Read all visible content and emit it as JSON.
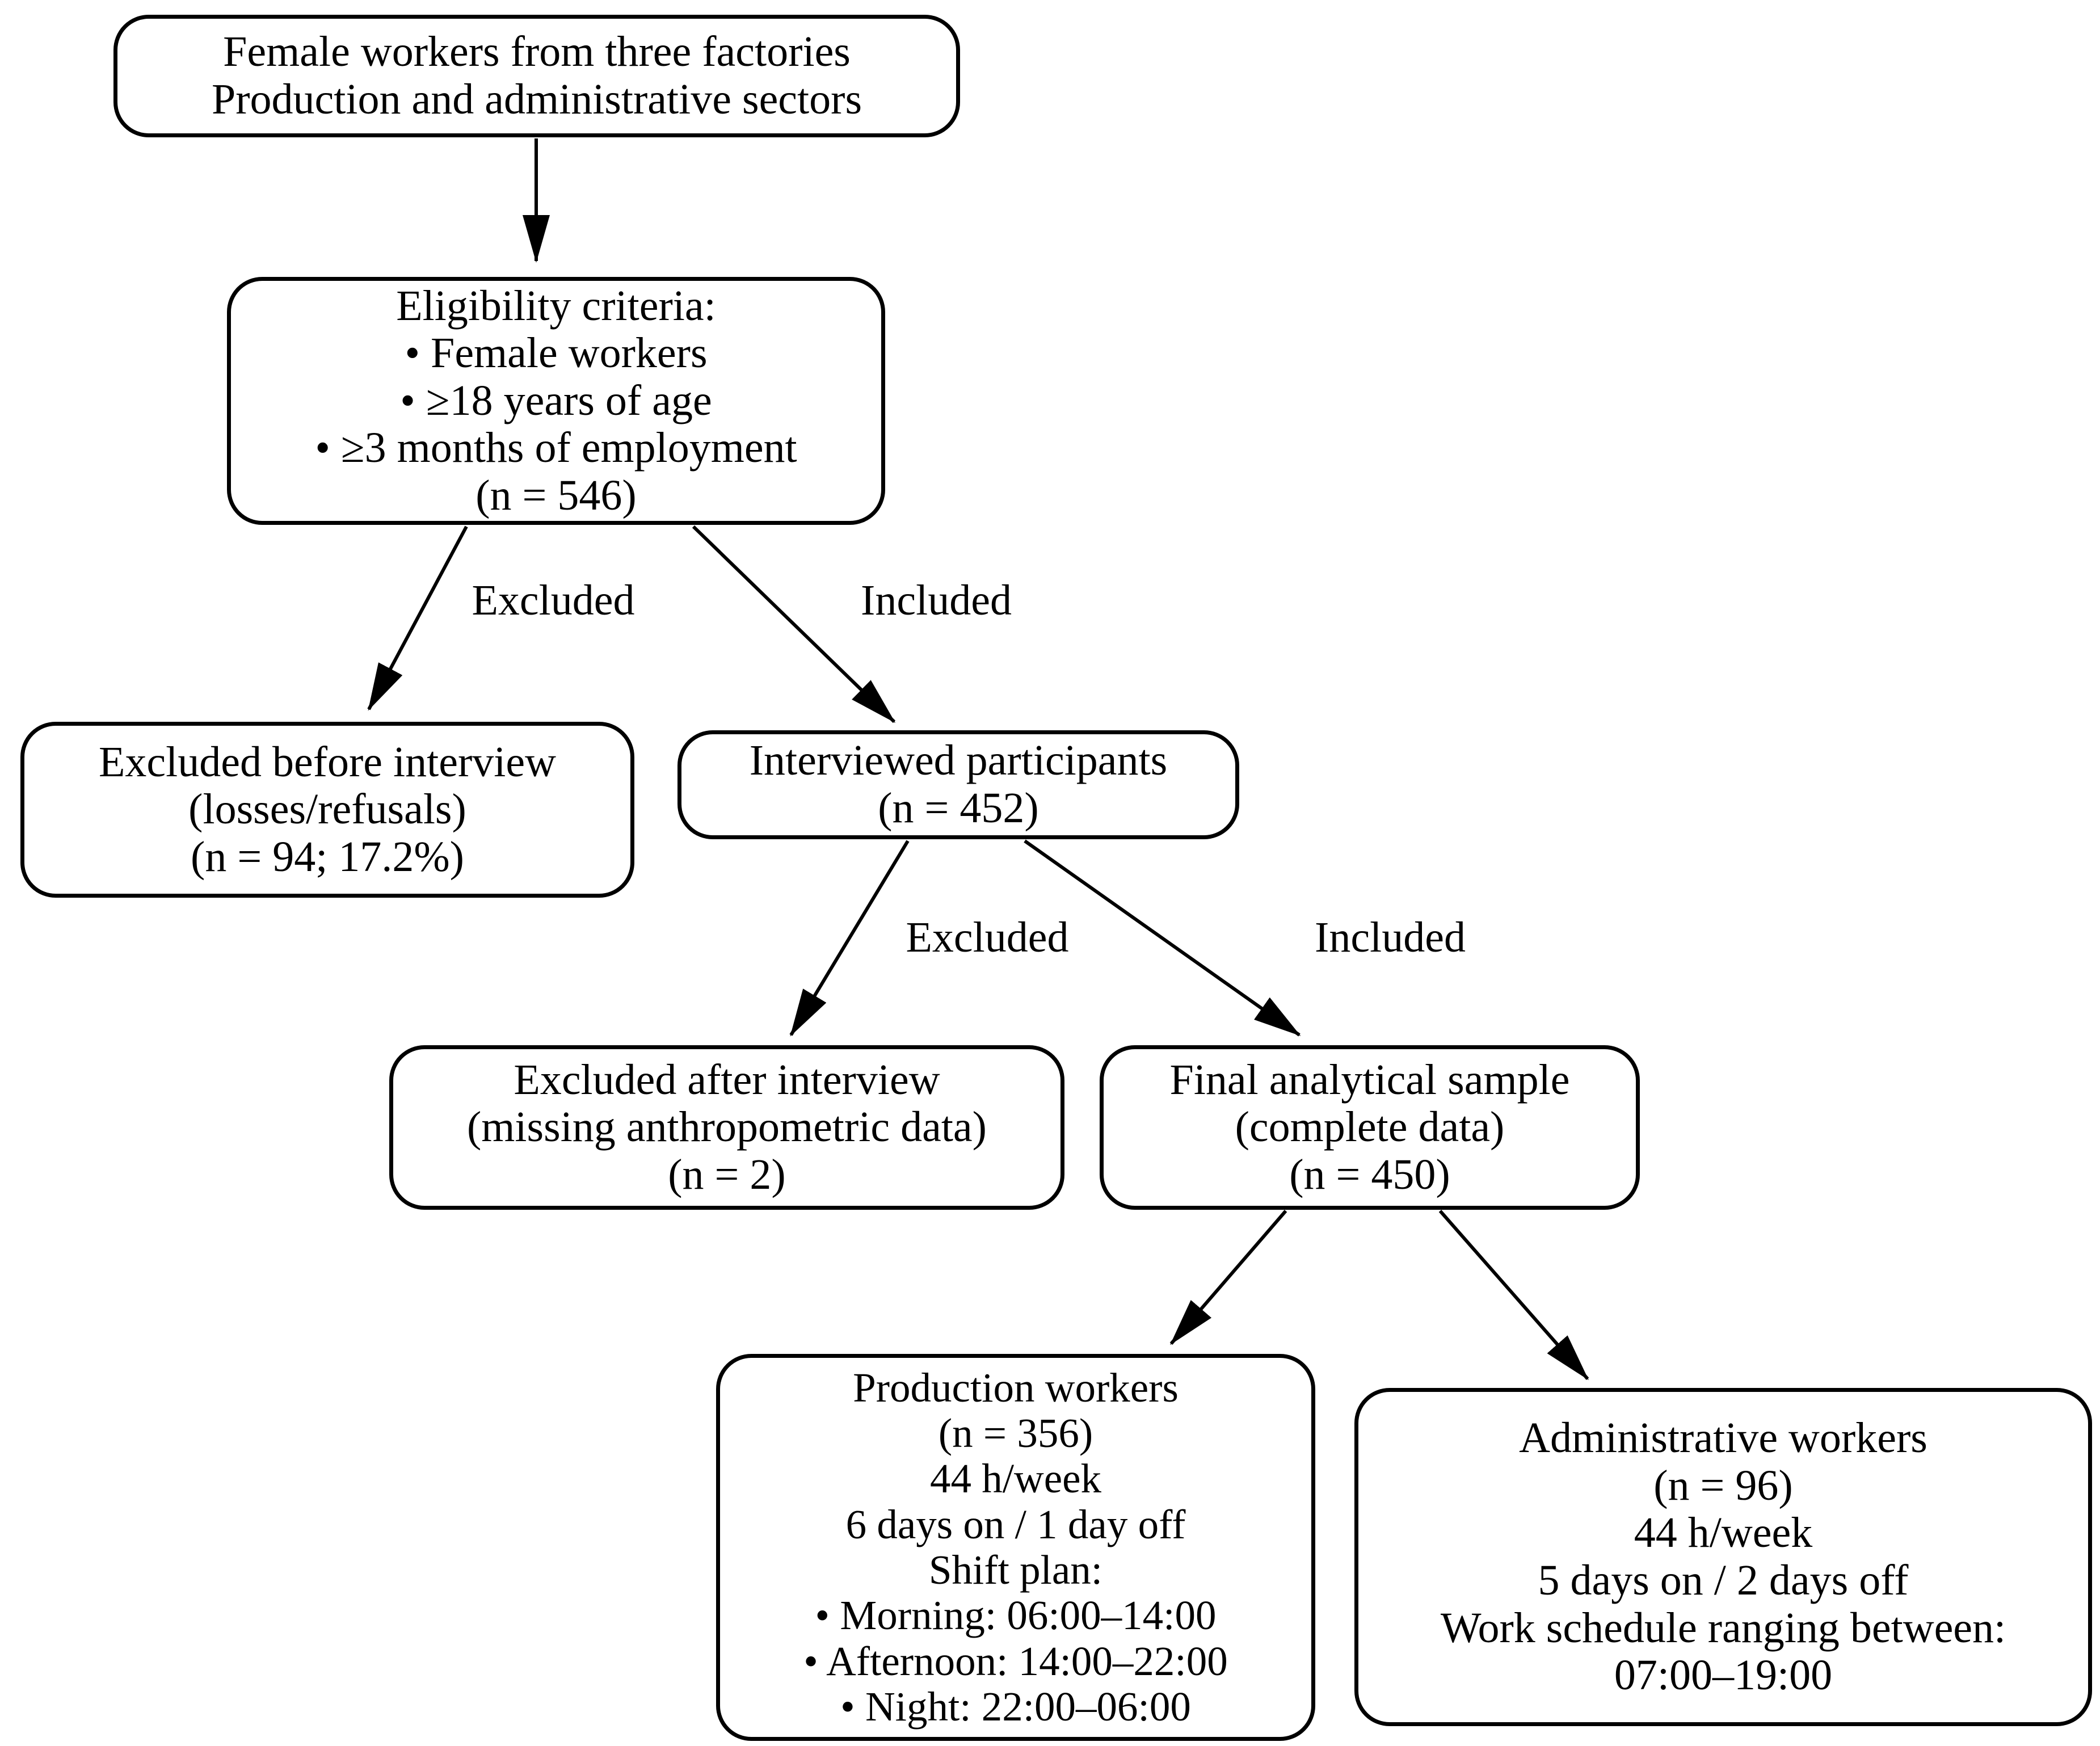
{
  "diagram": {
    "background_color": "#ffffff",
    "stroke_color": "#000000",
    "text_color": "#000000"
  },
  "boxes": {
    "source": {
      "lines": [
        "Female workers from three factories",
        "Production and administrative sectors"
      ]
    },
    "eligibility": {
      "lines": [
        "Eligibility criteria:",
        "• Female workers",
        "• ≥18 years of age",
        "• ≥3 months of employment",
        "(n = 546)"
      ]
    },
    "excluded_before": {
      "lines": [
        "Excluded before interview",
        "(losses/refusals)",
        "(n = 94; 17.2%)"
      ]
    },
    "interviewed": {
      "lines": [
        "Interviewed participants",
        "(n = 452)"
      ]
    },
    "excluded_after": {
      "lines": [
        "Excluded after interview",
        "(missing anthropometric data)",
        "(n = 2)"
      ]
    },
    "final_sample": {
      "lines": [
        "Final analytical sample",
        "(complete data)",
        "(n = 450)"
      ]
    },
    "production": {
      "lines": [
        "Production workers",
        "(n = 356)",
        "44 h/week",
        "6 days on / 1 day off",
        "Shift plan:",
        "• Morning: 06:00–14:00",
        "• Afternoon: 14:00–22:00",
        "• Night: 22:00–06:00"
      ]
    },
    "administrative": {
      "lines": [
        "Administrative workers",
        "(n = 96)",
        "44 h/week",
        "5 days on / 2 days off",
        "Work schedule ranging between:",
        "07:00–19:00"
      ]
    }
  },
  "edge_labels": {
    "split1_excluded": "Excluded",
    "split1_included": "Included",
    "split2_excluded": "Excluded",
    "split2_included": "Included"
  }
}
